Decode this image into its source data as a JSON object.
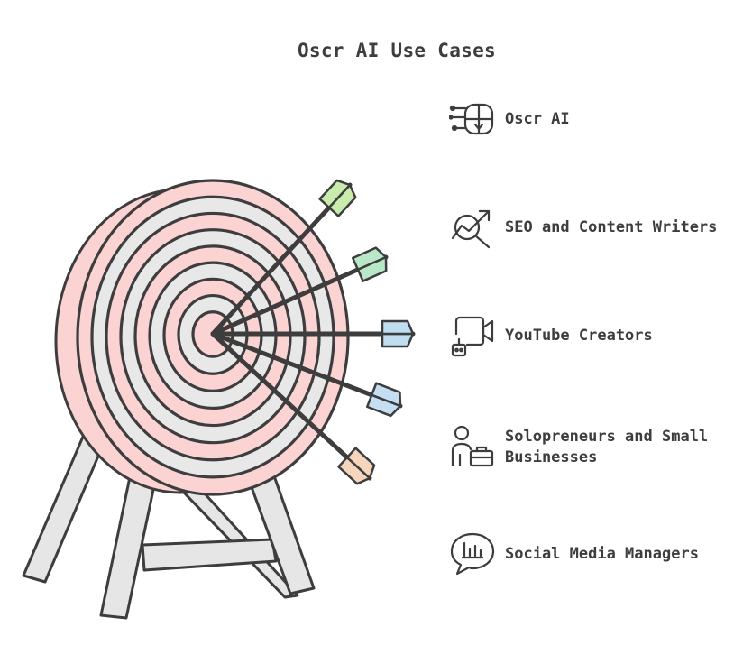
{
  "title": "Oscr AI Use Cases",
  "items": [
    {
      "label": "Oscr AI",
      "icon": "brain-circuit-icon",
      "color": "#c9ecac"
    },
    {
      "label": "SEO and Content Writers",
      "icon": "trend-magnifier-icon",
      "color": "#b9e8c8"
    },
    {
      "label": "YouTube Creators",
      "icon": "video-camera-robot-icon",
      "color": "#bfdff0"
    },
    {
      "label": "Solopreneurs and Small Businesses",
      "icon": "person-briefcase-icon",
      "color": "#c6def2"
    },
    {
      "label": "Social Media Managers",
      "icon": "chat-bar-chart-icon",
      "color": "#f5d6bc"
    }
  ],
  "colors": {
    "ring_red": "#fbd3d3",
    "ring_grey": "#e8e8e8",
    "stroke": "#3d3d3d"
  }
}
